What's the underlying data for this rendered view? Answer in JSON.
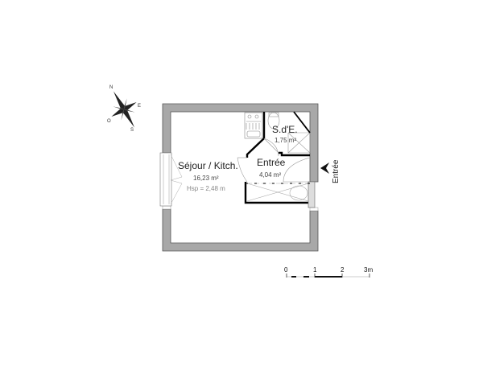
{
  "rooms": [
    {
      "name": "Séjour / Kitch.",
      "area": "16,23 m²",
      "hsp": "Hsp = 2,48 m"
    },
    {
      "name": "Entrée",
      "area": "4,04 m²"
    },
    {
      "name": "S.d'E.",
      "area": "1,75 m²"
    }
  ],
  "entrance": {
    "label": "Entrée",
    "icon": "arrow-left-icon"
  },
  "compass": {
    "n": "N",
    "e": "E",
    "s": "S",
    "o": "O"
  },
  "scale_bar": {
    "ticks": [
      "0",
      "1",
      "2",
      "3m"
    ]
  },
  "colors": {
    "wall": "#a8a8a8",
    "wall_edge": "#555555",
    "partition": "#000000",
    "fixture": "#888888"
  }
}
